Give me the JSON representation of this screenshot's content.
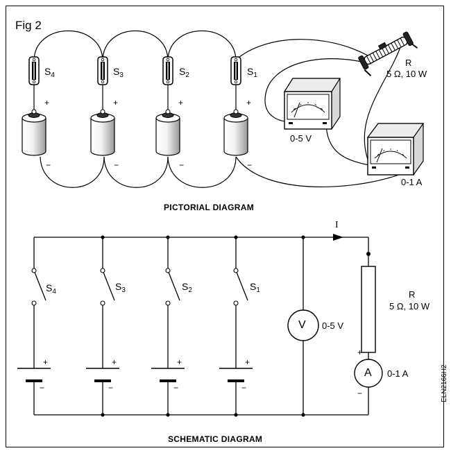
{
  "figure": {
    "label": "Fig 2",
    "code": "ELN2166H2"
  },
  "pictorial": {
    "title": "PICTORIAL DIAGRAM",
    "switches": [
      {
        "letter": "S",
        "sub": "4"
      },
      {
        "letter": "S",
        "sub": "3"
      },
      {
        "letter": "S",
        "sub": "2"
      },
      {
        "letter": "S",
        "sub": "1"
      }
    ],
    "plus": "+",
    "minus": "−",
    "resistor_name": "R",
    "resistor_rating": "5 Ω, 10 W",
    "voltmeter_range": "0-5 V",
    "ammeter_range": "0-1 A"
  },
  "schematic": {
    "title": "SCHEMATIC DIAGRAM",
    "current_label": "I",
    "switches": [
      {
        "letter": "S",
        "sub": "4"
      },
      {
        "letter": "S",
        "sub": "3"
      },
      {
        "letter": "S",
        "sub": "2"
      },
      {
        "letter": "S",
        "sub": "1"
      }
    ],
    "plus": "+",
    "minus": "−",
    "voltmeter_symbol": "V",
    "voltmeter_range": "0-5 V",
    "resistor_name": "R",
    "resistor_rating": "5 Ω, 10 W",
    "ammeter_symbol": "A",
    "ammeter_range": "0-1 A"
  }
}
